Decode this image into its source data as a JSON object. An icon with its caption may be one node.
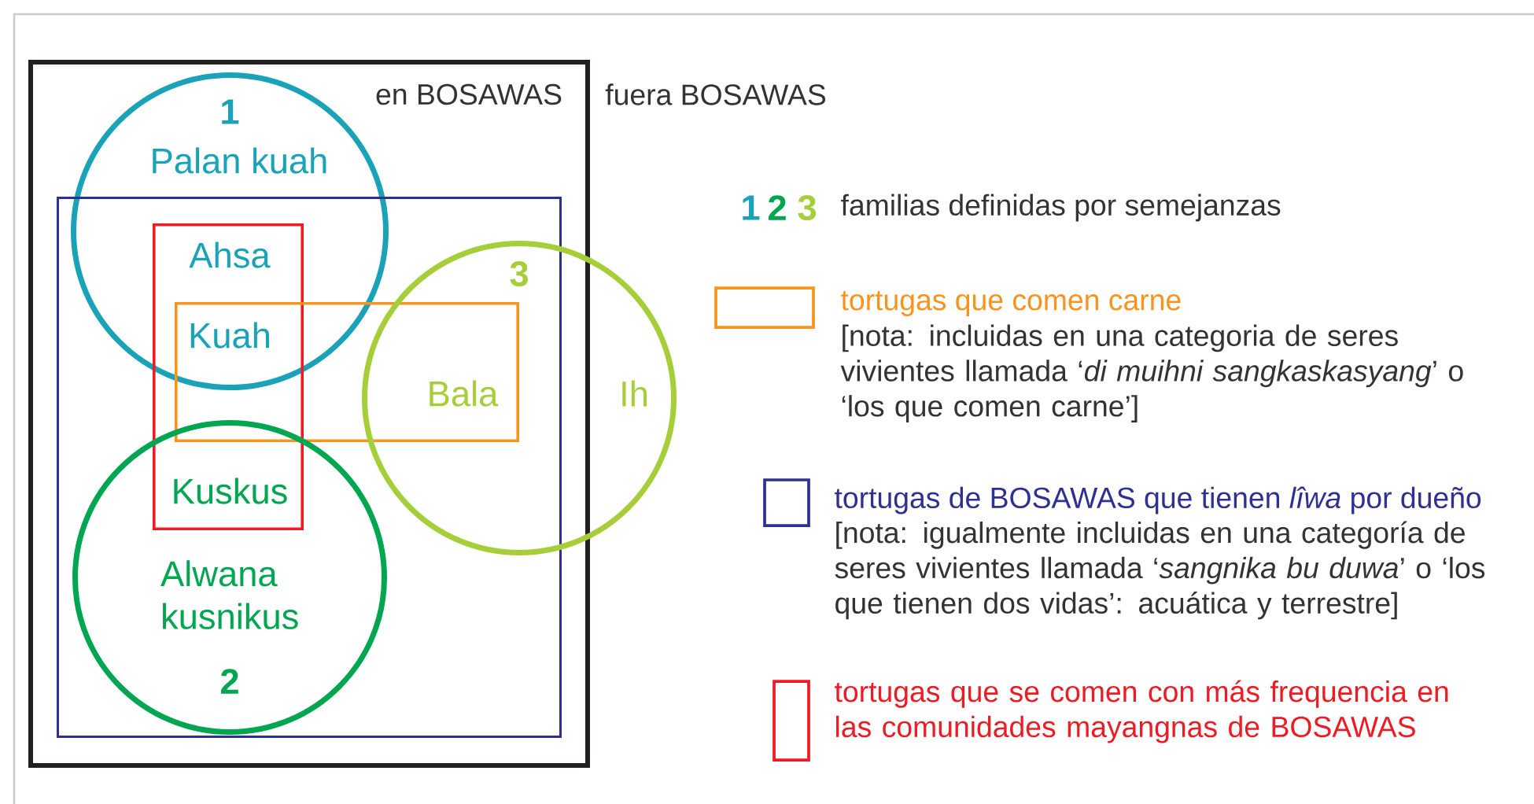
{
  "diagram": {
    "nodes": [
      {
        "text": [
          "en BOSAWAS"
        ]
      },
      {
        "text": [
          "1",
          "Palan kuah"
        ],
        "in": 0
      },
      {
        "text": [],
        "shape": "box",
        "in": 0
      },
      {
        "text": [
          "Ahsa",
          "Kuah",
          "Kuskus"
        ],
        "in": 2
      },
      {
        "text": [
          "Bala"
        ],
        "in": 2
      },
      {
        "text": [
          "Alwana kusnikus",
          "2"
        ],
        "in": 2
      },
      {
        "text": [
          "3",
          "Ih"
        ]
      }
    ],
    "labels": [
      "fuera BOSAWAS",
      "1",
      "2",
      "3",
      "[nota: incluidas en una categoria de seres vivientes llamada ‘*di muihni sangkaskasyang*’ o ‘los que comen carne’]",
      "[nota: igualmente incluidas en una categoría de seres vivientes llamada ‘*sangnika bu duwa*’ o ‘los que tienen dos vidas’: acuática y terrestre]"
    ],
    "legend": [
      {
        "text": "familias definidas por semejanzas"
      },
      {
        "text": "tortugas que comen carne",
        "color": "#f7941d"
      },
      {
        "text": "tortugas de BOSAWAS que tienen *lîwa* por dueño",
        "color": "#2e3192"
      },
      {
        "text": "tortugas que se comen con más frequencia en las comunidades mayangnas de BOSAWAS",
        "color": "#ed1c24"
      }
    ]
  }
}
